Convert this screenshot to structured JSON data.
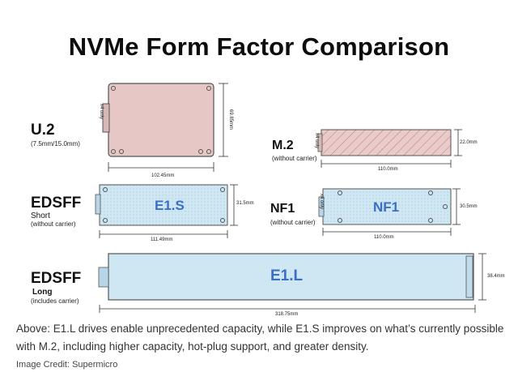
{
  "title": "NVMe Form Factor Comparison",
  "u2": {
    "name": "U.2",
    "sub": "(7.5mm/15.0mm)",
    "width": "102.45mm",
    "height": "69.85mm",
    "side": "x4 only"
  },
  "m2": {
    "name": "M.2",
    "sub": "(without carrier)",
    "width": "110.0mm",
    "height": "22.0mm",
    "side": "x4 only"
  },
  "e1s": {
    "name": "EDSFF",
    "sub1": "Short",
    "sub2": "(without carrier)",
    "drive": "E1.S",
    "width": "111.49mm",
    "height": "31.5mm"
  },
  "nf1": {
    "name": "NF1",
    "sub": "(without carrier)",
    "drive": "NF1",
    "width": "110.0mm",
    "height": "30.5mm",
    "side": "x4 only"
  },
  "e1l": {
    "name": "EDSFF",
    "sub1": "Long",
    "sub2": "(includes carrier)",
    "drive": "E1.L",
    "width": "318.75mm",
    "height": "38.4mm"
  },
  "caption": "Above: E1.L drives enable unprecedented capacity, while E1.S improves on what’s currently possible with M.2, including higher capacity, hot-plug support, and greater density.",
  "credit": "Image Credit: Supermicro",
  "colors": {
    "u2_fill": "#e7c7c6",
    "m2_fill": "#e9c8c6",
    "blue_fill": "#cfe6f3",
    "drive_text": "#3b6fc4"
  }
}
